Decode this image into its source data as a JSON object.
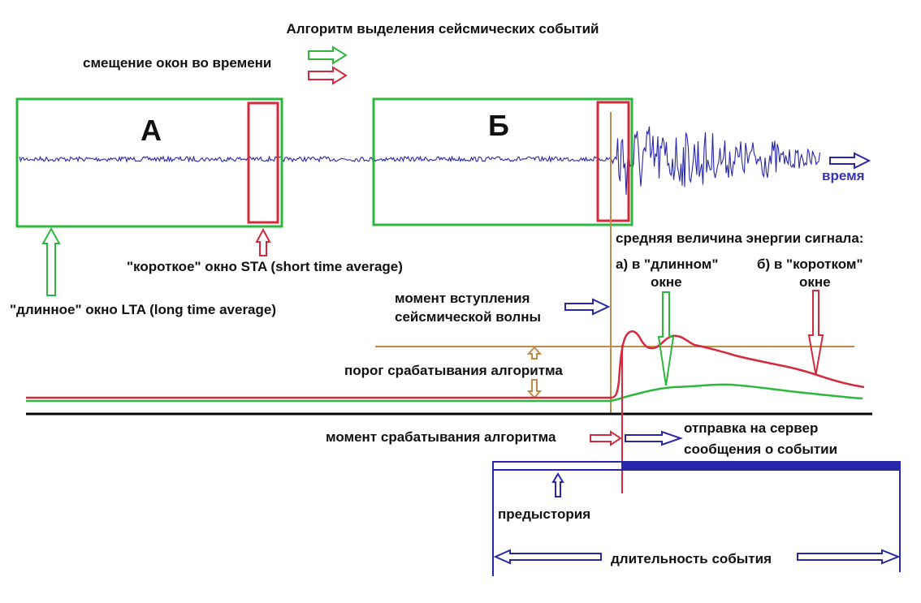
{
  "title": "Алгоритм выделения сейсмических событий",
  "labels": {
    "window_shift": "смещение окон во времени",
    "window_a": "А",
    "window_b": "Б",
    "time": "время",
    "short_window": "\"короткое\" окно STA (short time average)",
    "long_window": "\"длинное\" окно LTA (long time average)",
    "avg_energy": "средняя величина энергии сигнала:",
    "in_long_1": "а) в \"длинном\"",
    "in_long_2": "окне",
    "in_short_1": "б) в \"коротком\"",
    "in_short_2": "окне",
    "arrival_1": "момент вступления",
    "arrival_2": "сейсмической волны",
    "threshold": "порог срабатывания алгоритма",
    "trigger_moment": "момент срабатывания алгоритма",
    "send_1": "отправка на сервер",
    "send_2": "сообщения о событии",
    "prehistory": "предыстория",
    "duration": "длительность события"
  },
  "colors": {
    "green": "#2db83d",
    "red": "#d42a3c",
    "blue": "#2727a8",
    "brown": "#c08a4a",
    "black": "#000000"
  }
}
